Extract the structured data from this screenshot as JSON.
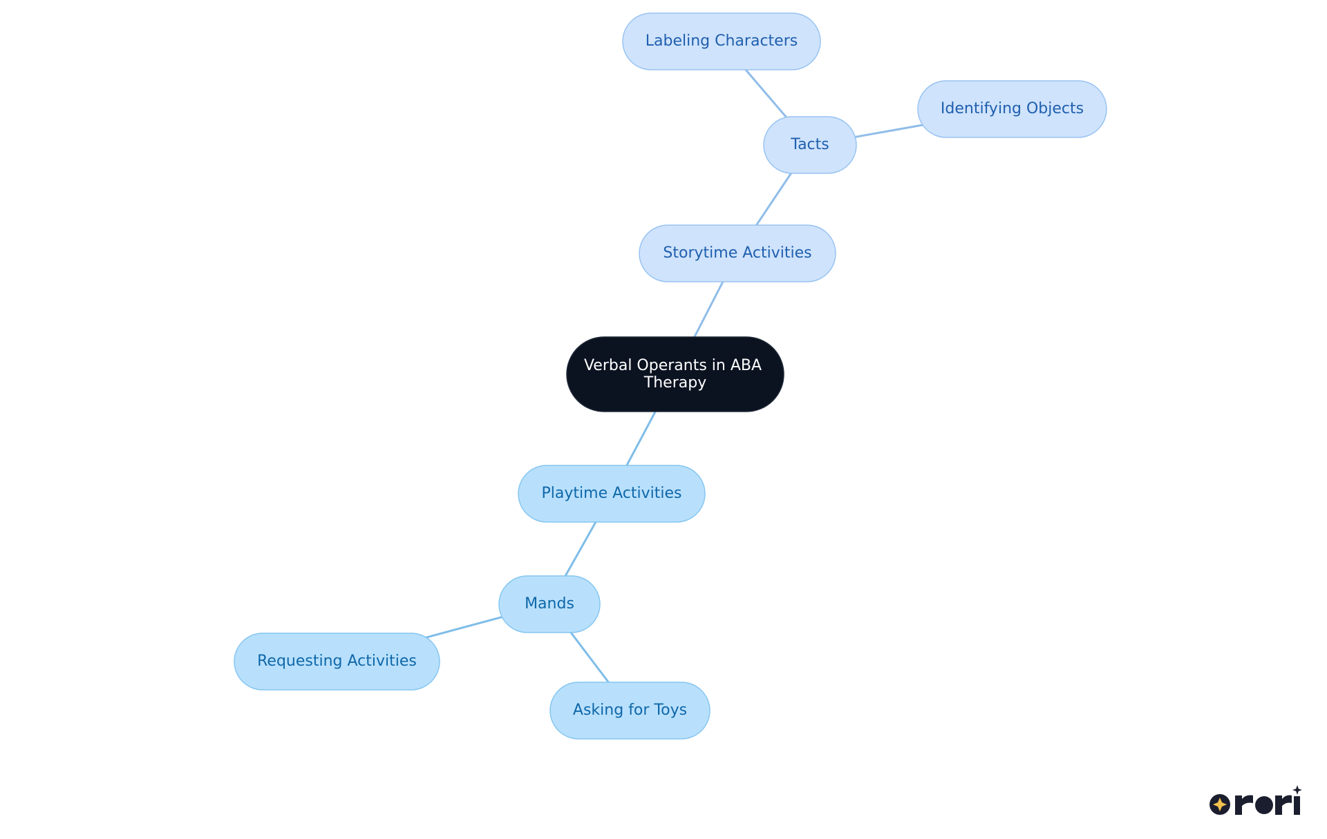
{
  "diagram": {
    "root": {
      "id": "root",
      "label_lines": [
        "Verbal Operants in ABA",
        "Therapy"
      ],
      "fill": "#0b1220",
      "stroke": "#1f2937",
      "text_color": "#ffffff"
    },
    "nodes": [
      {
        "id": "storytime",
        "label": "Storytime Activities",
        "branch": "story"
      },
      {
        "id": "tacts",
        "label": "Tacts",
        "branch": "story"
      },
      {
        "id": "labeling",
        "label": "Labeling Characters",
        "branch": "story"
      },
      {
        "id": "identifying",
        "label": "Identifying Objects",
        "branch": "story"
      },
      {
        "id": "playtime",
        "label": "Playtime Activities",
        "branch": "play"
      },
      {
        "id": "mands",
        "label": "Mands",
        "branch": "play"
      },
      {
        "id": "requesting",
        "label": "Requesting Activities",
        "branch": "play"
      },
      {
        "id": "asking",
        "label": "Asking for Toys",
        "branch": "play"
      }
    ],
    "edges": [
      {
        "from": "root",
        "to": "storytime",
        "branch": "story"
      },
      {
        "from": "storytime",
        "to": "tacts",
        "branch": "story"
      },
      {
        "from": "tacts",
        "to": "labeling",
        "branch": "story"
      },
      {
        "from": "tacts",
        "to": "identifying",
        "branch": "story"
      },
      {
        "from": "root",
        "to": "playtime",
        "branch": "play"
      },
      {
        "from": "playtime",
        "to": "mands",
        "branch": "play"
      },
      {
        "from": "mands",
        "to": "requesting",
        "branch": "play"
      },
      {
        "from": "mands",
        "to": "asking",
        "branch": "play"
      }
    ],
    "branch_styles": {
      "story": {
        "fill": "#cfe3fc",
        "stroke": "#98c3f2",
        "text": "#1f5fae",
        "edge": "#90bde9"
      },
      "play": {
        "fill": "#b8e0fd",
        "stroke": "#86c6f0",
        "text": "#0f67a8",
        "edge": "#7fbde8"
      }
    }
  },
  "logo": {
    "icon": "rori-logo-icon",
    "color": "#1b1e2e",
    "accent": "#f2c14e"
  }
}
